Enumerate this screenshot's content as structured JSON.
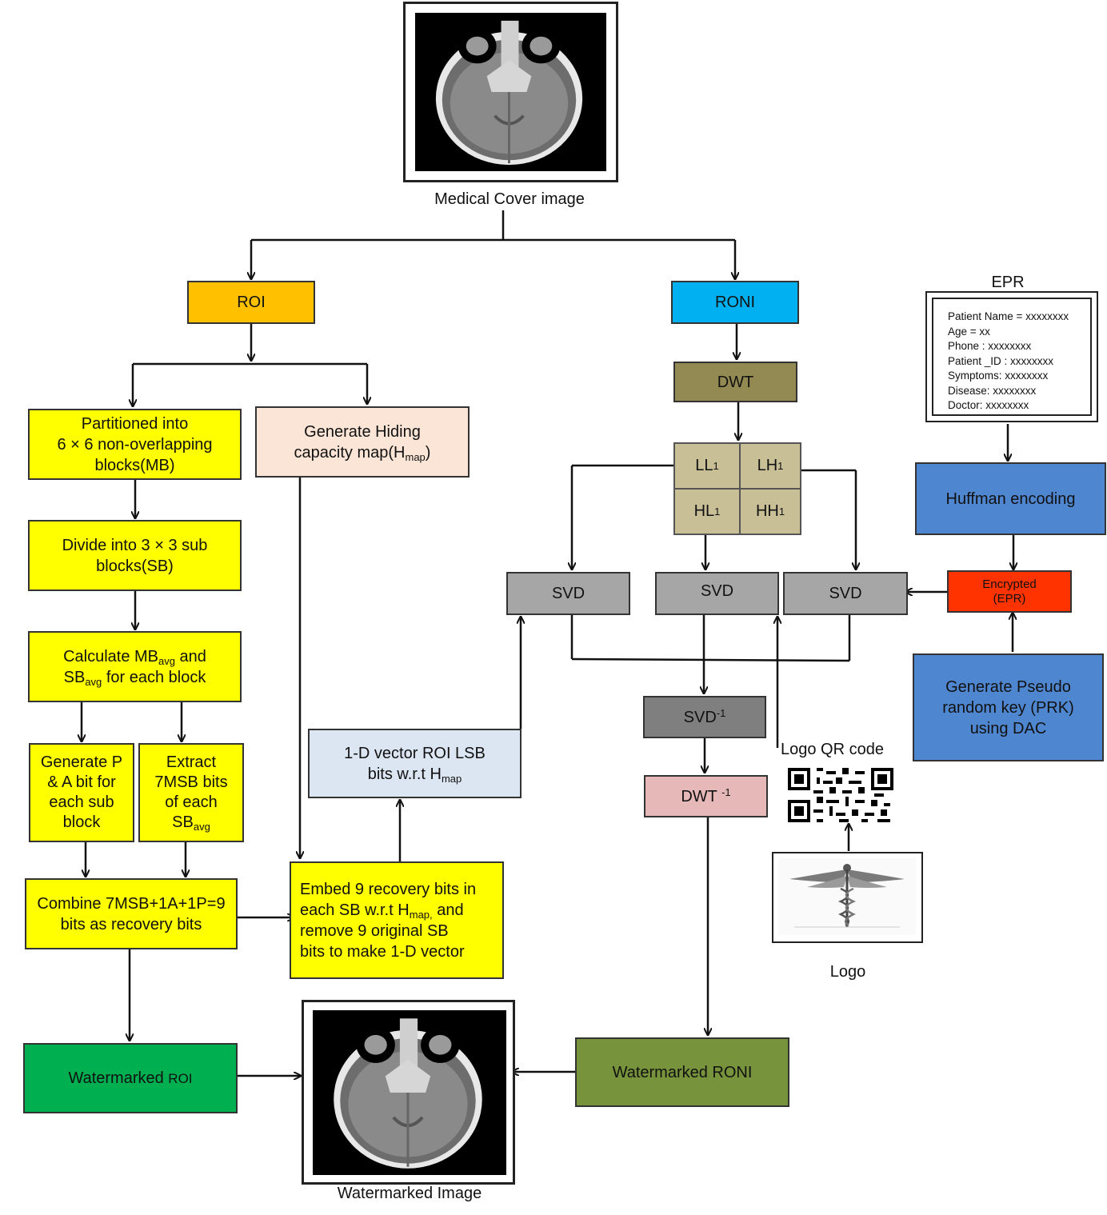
{
  "cover": {
    "caption": "Medical Cover image"
  },
  "roi": {
    "label": "ROI"
  },
  "roni": {
    "label": "RONI"
  },
  "dwt": {
    "label": "DWT"
  },
  "subbands": {
    "ll": "LL",
    "lh": "LH",
    "hl": "HL",
    "hh": "HH",
    "sub": "1"
  },
  "epr": {
    "title": "EPR",
    "lines": [
      "Patient Name = xxxxxxxx",
      "Age = xx",
      "Phone : xxxxxxxx",
      "Patient _ID : xxxxxxxx",
      "Symptoms: xxxxxxxx",
      "Disease: xxxxxxxx",
      "Doctor: xxxxxxxx"
    ]
  },
  "partition": {
    "l1": "Partitioned into",
    "l2": "6 × 6 non-overlapping",
    "l3": "blocks(MB)"
  },
  "hiding": {
    "l1": "Generate Hiding",
    "l2a": "capacity map(H",
    "l2sub": "map",
    "l2b": ")"
  },
  "divide": {
    "l1": "Divide into 3 × 3 sub",
    "l2": "blocks(SB)"
  },
  "calc": {
    "l1a": "Calculate MB",
    "l1sub": "avg",
    "l1b": " and",
    "l2a": "SB",
    "l2sub": "avg",
    "l2b": " for each block"
  },
  "genpa": {
    "l1": "Generate P",
    "l2": "&  A bit for",
    "l3": "each sub",
    "l4": "block"
  },
  "extract": {
    "l1": "Extract",
    "l2": "7MSB bits",
    "l3": "of each",
    "l4a": "SB",
    "l4sub": "avg"
  },
  "combine": {
    "l1": "Combine 7MSB+1A+1P=9",
    "l2": "bits as recovery bits"
  },
  "embed": {
    "l1": "Embed 9 recovery bits in",
    "l2a": "each SB w.r.t H",
    "l2sub": "map,",
    "l2b": " and",
    "l3": "remove  9 original  SB",
    "l4": "bits   to make 1-D vector"
  },
  "vector": {
    "l1": "1-D vector ROI LSB",
    "l2a": "bits  w.r.t H",
    "l2sub": "map"
  },
  "svd": {
    "left": "SVD",
    "mid": "SVD",
    "right": "SVD"
  },
  "svd_inv": {
    "label": "SVD",
    "sup": "-1"
  },
  "dwt_inv": {
    "label": "DWT ",
    "sup": "-1"
  },
  "huffman": {
    "label": "Huffman encoding"
  },
  "encrypted": {
    "l1": "Encrypted",
    "l2": "(EPR)"
  },
  "prk": {
    "l1": "Generate Pseudo",
    "l2": "random key  (PRK)",
    "l3": "using DAC"
  },
  "logo_qr": {
    "caption": "Logo QR code"
  },
  "logo": {
    "caption": "Logo"
  },
  "wm_roi": {
    "label": "Watermarked ",
    "label_small": "ROI"
  },
  "wm_roni": {
    "label": "Watermarked RONI"
  },
  "wm_image": {
    "caption": "Watermarked Image"
  },
  "colors": {
    "roi": "#ffc000",
    "roni": "#00b0f0",
    "dwt": "#938953",
    "subband": "#c9bf97",
    "yellow": "#ffff00",
    "hiding": "#fbe5d6",
    "vector": "#dce6f2",
    "svd": "#a6a6a6",
    "svd_inv": "#7f7f7f",
    "dwt_inv": "#e6b9b8",
    "huffman": "#4f86d0",
    "encrypted": "#ff3300",
    "wm_roi": "#00b050",
    "wm_roni": "#77933c"
  }
}
